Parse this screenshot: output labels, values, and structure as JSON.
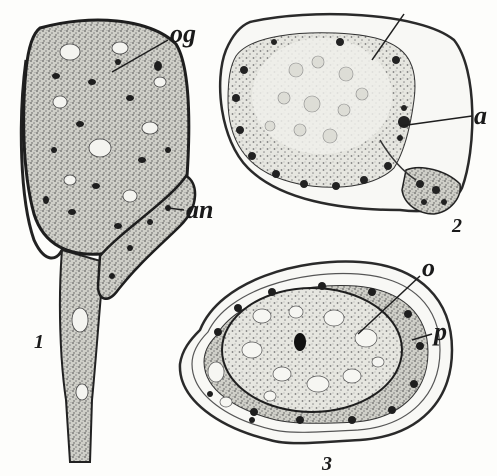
{
  "figure": {
    "labels": {
      "og": "og",
      "an": "an",
      "a": "a",
      "o": "o",
      "p": "p"
    },
    "numbers": {
      "fig1": "1",
      "fig2": "2",
      "fig3": "3"
    }
  },
  "colors": {
    "ink": "#1e1e1e",
    "stipple": "#6e6e6e",
    "light": "#d9d9d4",
    "paper": "#fdfdfb"
  }
}
